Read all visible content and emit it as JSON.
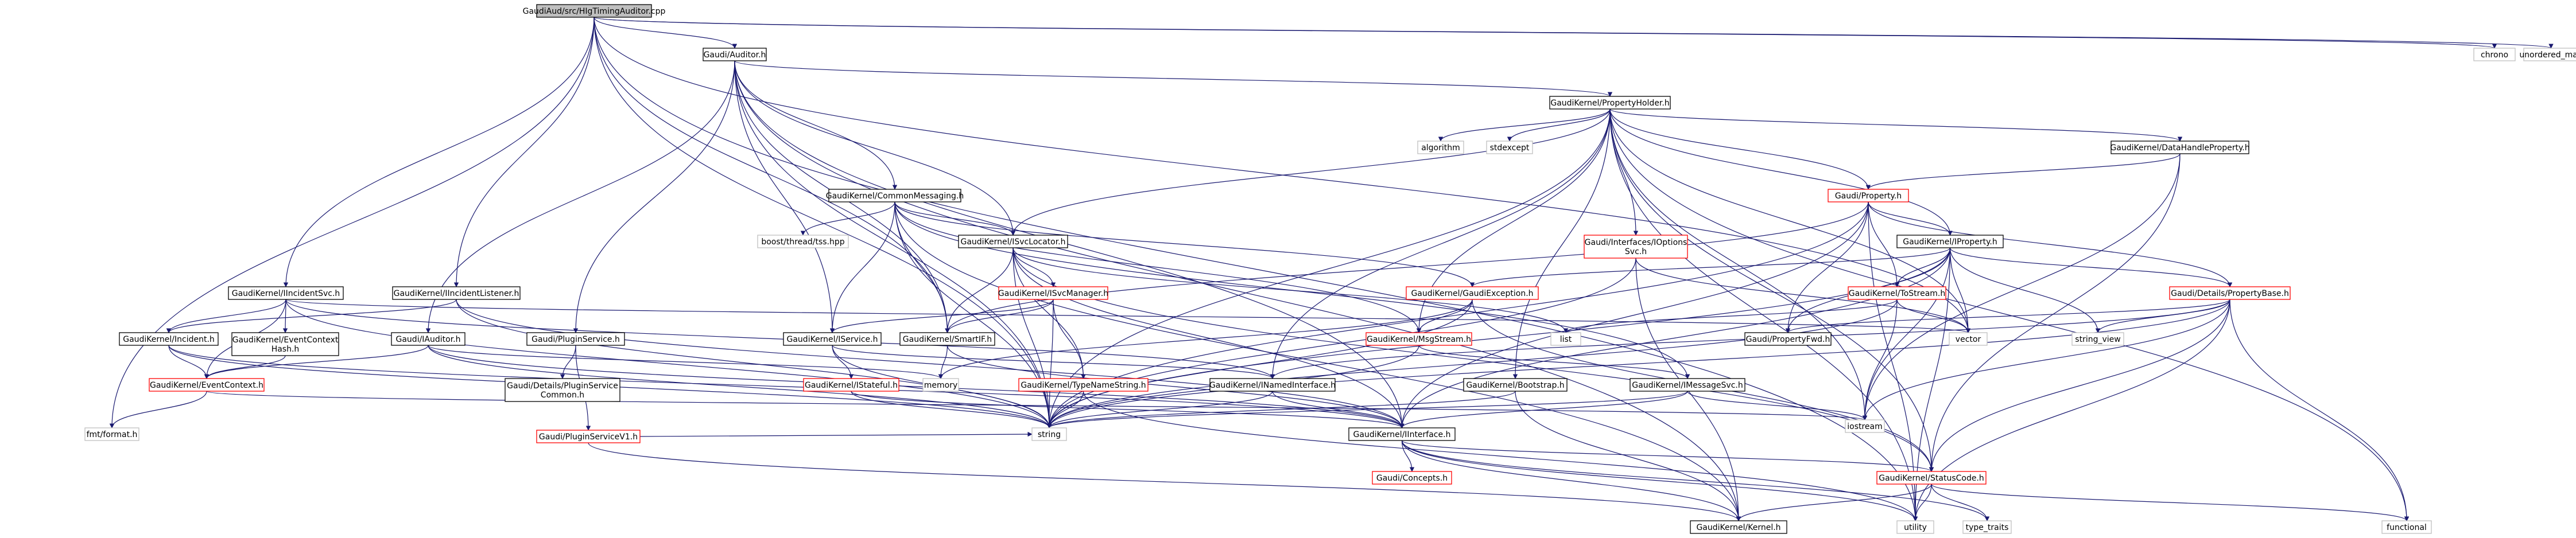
{
  "graph": {
    "root": "GaudiAud/src/HIgTimingAuditor.cpp",
    "nodes": [
      {
        "id": "root",
        "label": [
          "GaudiAud/src/HIgTimingAuditor.cpp"
        ],
        "style": "root"
      },
      {
        "id": "gauditor",
        "label": [
          "Gaudi/Auditor.h"
        ],
        "style": "normal"
      },
      {
        "id": "incidentsvc",
        "label": [
          "GaudiKernel/IIncidentSvc.h"
        ],
        "style": "normal"
      },
      {
        "id": "incidentlistener",
        "label": [
          "GaudiKernel/IIncidentListener.h"
        ],
        "style": "normal"
      },
      {
        "id": "chrono",
        "label": [
          "chrono"
        ],
        "style": "external"
      },
      {
        "id": "unordered_map",
        "label": [
          "unordered_map"
        ],
        "style": "external"
      },
      {
        "id": "fmtformat",
        "label": [
          "fmt/format.h"
        ],
        "style": "external"
      },
      {
        "id": "propertyholder",
        "label": [
          "GaudiKernel/PropertyHolder.h"
        ],
        "style": "normal"
      },
      {
        "id": "commonmessaging",
        "label": [
          "GaudiKernel/CommonMessaging.h"
        ],
        "style": "normal"
      },
      {
        "id": "algorithm",
        "label": [
          "algorithm"
        ],
        "style": "external"
      },
      {
        "id": "stdexcept",
        "label": [
          "stdexcept"
        ],
        "style": "external"
      },
      {
        "id": "datahandleproperty",
        "label": [
          "GaudiKernel/DataHandleProperty.h"
        ],
        "style": "normal"
      },
      {
        "id": "boostthreadtss",
        "label": [
          "boost/thread/tss.hpp"
        ],
        "style": "external"
      },
      {
        "id": "isvclocator",
        "label": [
          "GaudiKernel/ISvcLocator.h"
        ],
        "style": "normal"
      },
      {
        "id": "gaudiproperty",
        "label": [
          "Gaudi/Property.h"
        ],
        "style": "red"
      },
      {
        "id": "iproperty",
        "label": [
          "GaudiKernel/IProperty.h"
        ],
        "style": "normal"
      },
      {
        "id": "ioptionssvc",
        "label": [
          "Gaudi/Interfaces/IOptions",
          "Svc.h"
        ],
        "style": "red"
      },
      {
        "id": "gaudiexception",
        "label": [
          "GaudiKernel/GaudiException.h"
        ],
        "style": "red"
      },
      {
        "id": "isvcmanager",
        "label": [
          "GaudiKernel/ISvcManager.h"
        ],
        "style": "red"
      },
      {
        "id": "tostream",
        "label": [
          "GaudiKernel/ToStream.h"
        ],
        "style": "red"
      },
      {
        "id": "propertybase",
        "label": [
          "Gaudi/Details/PropertyBase.h"
        ],
        "style": "red"
      },
      {
        "id": "iincident",
        "label": [
          "GaudiKernel/Incident.h"
        ],
        "style": "normal"
      },
      {
        "id": "eventcontexthash",
        "label": [
          "GaudiKernel/EventContext",
          "Hash.h"
        ],
        "style": "normal"
      },
      {
        "id": "iauditor",
        "label": [
          "Gaudi/IAuditor.h"
        ],
        "style": "normal"
      },
      {
        "id": "pluginservice",
        "label": [
          "Gaudi/PluginService.h"
        ],
        "style": "normal"
      },
      {
        "id": "iservice",
        "label": [
          "GaudiKernel/IService.h"
        ],
        "style": "normal"
      },
      {
        "id": "smartif",
        "label": [
          "GaudiKernel/SmartIF.h"
        ],
        "style": "normal"
      },
      {
        "id": "msgstream",
        "label": [
          "GaudiKernel/MsgStream.h"
        ],
        "style": "red"
      },
      {
        "id": "list",
        "label": [
          "list"
        ],
        "style": "external"
      },
      {
        "id": "vector",
        "label": [
          "vector"
        ],
        "style": "external"
      },
      {
        "id": "string_view",
        "label": [
          "string_view"
        ],
        "style": "external"
      },
      {
        "id": "propertyfwd",
        "label": [
          "Gaudi/PropertyFwd.h"
        ],
        "style": "normal"
      },
      {
        "id": "eventcontext",
        "label": [
          "GaudiKernel/EventContext.h"
        ],
        "style": "red"
      },
      {
        "id": "pluginservicecommon",
        "label": [
          "Gaudi/Details/PluginService",
          "Common.h"
        ],
        "style": "normal"
      },
      {
        "id": "pluginservicev1",
        "label": [
          "Gaudi/PluginServiceV1.h"
        ],
        "style": "red"
      },
      {
        "id": "istateful",
        "label": [
          "GaudiKernel/IStateful.h"
        ],
        "style": "red"
      },
      {
        "id": "memory",
        "label": [
          "memory"
        ],
        "style": "external"
      },
      {
        "id": "typenamestring",
        "label": [
          "GaudiKernel/TypeNameString.h"
        ],
        "style": "red"
      },
      {
        "id": "inamedinterface",
        "label": [
          "GaudiKernel/INamedInterface.h"
        ],
        "style": "normal"
      },
      {
        "id": "bootstrap",
        "label": [
          "GaudiKernel/Bootstrap.h"
        ],
        "style": "normal"
      },
      {
        "id": "imessagesvc",
        "label": [
          "GaudiKernel/IMessageSvc.h"
        ],
        "style": "normal"
      },
      {
        "id": "iostream",
        "label": [
          "iostream"
        ],
        "style": "external"
      },
      {
        "id": "string",
        "label": [
          "string"
        ],
        "style": "external"
      },
      {
        "id": "iinterface",
        "label": [
          "GaudiKernel/IInterface.h"
        ],
        "style": "normal"
      },
      {
        "id": "concepts",
        "label": [
          "Gaudi/Concepts.h"
        ],
        "style": "red"
      },
      {
        "id": "statuscode",
        "label": [
          "GaudiKernel/StatusCode.h"
        ],
        "style": "red"
      },
      {
        "id": "kernel",
        "label": [
          "GaudiKernel/Kernel.h"
        ],
        "style": "normal"
      },
      {
        "id": "utility",
        "label": [
          "utility"
        ],
        "style": "external"
      },
      {
        "id": "type_traits",
        "label": [
          "type_traits"
        ],
        "style": "external"
      },
      {
        "id": "functional",
        "label": [
          "functional"
        ],
        "style": "external"
      }
    ],
    "edges": [
      [
        "root",
        "gauditor"
      ],
      [
        "root",
        "incidentsvc"
      ],
      [
        "root",
        "incidentlistener"
      ],
      [
        "root",
        "chrono"
      ],
      [
        "root",
        "unordered_map"
      ],
      [
        "root",
        "fmtformat"
      ],
      [
        "root",
        "string"
      ],
      [
        "root",
        "smartif"
      ],
      [
        "root",
        "vector"
      ],
      [
        "root",
        "utility"
      ],
      [
        "gauditor",
        "propertyholder"
      ],
      [
        "gauditor",
        "commonmessaging"
      ],
      [
        "gauditor",
        "iauditor"
      ],
      [
        "gauditor",
        "pluginservice"
      ],
      [
        "gauditor",
        "isvclocator"
      ],
      [
        "gauditor",
        "iservice"
      ],
      [
        "gauditor",
        "smartif"
      ],
      [
        "gauditor",
        "string"
      ],
      [
        "gauditor",
        "iinterface"
      ],
      [
        "gauditor",
        "kernel"
      ],
      [
        "propertyholder",
        "algorithm"
      ],
      [
        "propertyholder",
        "stdexcept"
      ],
      [
        "propertyholder",
        "datahandleproperty"
      ],
      [
        "propertyholder",
        "gaudiproperty"
      ],
      [
        "propertyholder",
        "iproperty"
      ],
      [
        "propertyholder",
        "ioptionssvc"
      ],
      [
        "propertyholder",
        "isvclocator"
      ],
      [
        "propertyholder",
        "msgstream"
      ],
      [
        "propertyholder",
        "vector"
      ],
      [
        "propertyholder",
        "iostream"
      ],
      [
        "propertyholder",
        "string"
      ],
      [
        "propertyholder",
        "utility"
      ],
      [
        "propertyholder",
        "functional"
      ],
      [
        "propertyholder",
        "inamedinterface"
      ],
      [
        "propertyholder",
        "bootstrap"
      ],
      [
        "propertyholder",
        "statuscode"
      ],
      [
        "datahandleproperty",
        "gaudiproperty"
      ],
      [
        "datahandleproperty",
        "iostream"
      ],
      [
        "datahandleproperty",
        "statuscode"
      ],
      [
        "commonmessaging",
        "boostthreadtss"
      ],
      [
        "commonmessaging",
        "isvclocator"
      ],
      [
        "commonmessaging",
        "gaudiexception"
      ],
      [
        "commonmessaging",
        "msgstream"
      ],
      [
        "commonmessaging",
        "iservice"
      ],
      [
        "commonmessaging",
        "smartif"
      ],
      [
        "commonmessaging",
        "imessagesvc"
      ],
      [
        "commonmessaging",
        "string"
      ],
      [
        "commonmessaging",
        "kernel"
      ],
      [
        "isvclocator",
        "isvcmanager"
      ],
      [
        "isvclocator",
        "smartif"
      ],
      [
        "isvclocator",
        "list"
      ],
      [
        "isvclocator",
        "string"
      ],
      [
        "isvclocator",
        "typenamestring"
      ],
      [
        "isvclocator",
        "iinterface"
      ],
      [
        "isvclocator",
        "statuscode"
      ],
      [
        "gaudiproperty",
        "iproperty"
      ],
      [
        "gaudiproperty",
        "propertybase"
      ],
      [
        "gaudiproperty",
        "tostream"
      ],
      [
        "gaudiproperty",
        "propertyfwd"
      ],
      [
        "gaudiproperty",
        "smartif"
      ],
      [
        "gaudiproperty",
        "string"
      ],
      [
        "gaudiproperty",
        "utility"
      ],
      [
        "gaudiproperty",
        "iinterface"
      ],
      [
        "iproperty",
        "gaudiexception"
      ],
      [
        "iproperty",
        "tostream"
      ],
      [
        "iproperty",
        "propertybase"
      ],
      [
        "iproperty",
        "propertyfwd"
      ],
      [
        "iproperty",
        "vector"
      ],
      [
        "iproperty",
        "string_view"
      ],
      [
        "iproperty",
        "string"
      ],
      [
        "iproperty",
        "iinterface"
      ],
      [
        "iproperty",
        "iostream"
      ],
      [
        "iproperty",
        "utility"
      ],
      [
        "ioptionssvc",
        "vector"
      ],
      [
        "ioptionssvc",
        "string"
      ],
      [
        "ioptionssvc",
        "kernel"
      ],
      [
        "gaudiexception",
        "msgstream"
      ],
      [
        "gaudiexception",
        "memory"
      ],
      [
        "gaudiexception",
        "string"
      ],
      [
        "gaudiexception",
        "statuscode"
      ],
      [
        "isvcmanager",
        "iservice"
      ],
      [
        "isvcmanager",
        "smartif"
      ],
      [
        "isvcmanager",
        "string"
      ],
      [
        "isvcmanager",
        "typenamestring"
      ],
      [
        "tostream",
        "list"
      ],
      [
        "tostream",
        "vector"
      ],
      [
        "tostream",
        "iostream"
      ],
      [
        "tostream",
        "string"
      ],
      [
        "propertybase",
        "propertyfwd"
      ],
      [
        "propertybase",
        "string_view"
      ],
      [
        "propertybase",
        "string"
      ],
      [
        "propertybase",
        "iostream"
      ],
      [
        "propertybase",
        "utility"
      ],
      [
        "propertybase",
        "functional"
      ],
      [
        "propertybase",
        "statuscode"
      ],
      [
        "propertybase",
        "inamedinterface"
      ],
      [
        "incidentsvc",
        "iincident"
      ],
      [
        "incidentsvc",
        "eventcontexthash"
      ],
      [
        "incidentsvc",
        "eventcontext"
      ],
      [
        "incidentsvc",
        "string"
      ],
      [
        "incidentsvc",
        "vector"
      ],
      [
        "incidentsvc",
        "inamedinterface"
      ],
      [
        "incidentlistener",
        "iincident"
      ],
      [
        "incidentlistener",
        "string"
      ],
      [
        "incidentlistener",
        "iinterface"
      ],
      [
        "iincident",
        "eventcontext"
      ],
      [
        "iincident",
        "string"
      ],
      [
        "iincident",
        "iinterface"
      ],
      [
        "eventcontexthash",
        "eventcontext"
      ],
      [
        "eventcontext",
        "fmtformat"
      ],
      [
        "eventcontext",
        "iostream"
      ],
      [
        "iauditor",
        "eventcontext"
      ],
      [
        "iauditor",
        "memory"
      ],
      [
        "iauditor",
        "string"
      ],
      [
        "iauditor",
        "iinterface"
      ],
      [
        "pluginservice",
        "pluginservicecommon"
      ],
      [
        "pluginservice",
        "pluginservicev1"
      ],
      [
        "pluginservicev1",
        "string"
      ],
      [
        "pluginservicev1",
        "kernel"
      ],
      [
        "iservice",
        "istateful"
      ],
      [
        "iservice",
        "inamedinterface"
      ],
      [
        "iservice",
        "string"
      ],
      [
        "istateful",
        "string"
      ],
      [
        "istateful",
        "iinterface"
      ],
      [
        "smartif",
        "memory"
      ],
      [
        "smartif",
        "iinterface"
      ],
      [
        "msgstream",
        "imessagesvc"
      ],
      [
        "msgstream",
        "string"
      ],
      [
        "typenamestring",
        "string"
      ],
      [
        "typenamestring",
        "utility"
      ],
      [
        "inamedinterface",
        "string"
      ],
      [
        "inamedinterface",
        "iinterface"
      ],
      [
        "bootstrap",
        "string"
      ],
      [
        "bootstrap",
        "kernel"
      ],
      [
        "imessagesvc",
        "iostream"
      ],
      [
        "imessagesvc",
        "string"
      ],
      [
        "imessagesvc",
        "iinterface"
      ],
      [
        "iinterface",
        "concepts"
      ],
      [
        "iinterface",
        "statuscode"
      ],
      [
        "iinterface",
        "kernel"
      ],
      [
        "iinterface",
        "type_traits"
      ],
      [
        "iinterface",
        "utility"
      ],
      [
        "statuscode",
        "kernel"
      ],
      [
        "statuscode",
        "utility"
      ],
      [
        "statuscode",
        "type_traits"
      ],
      [
        "statuscode",
        "functional"
      ]
    ]
  }
}
